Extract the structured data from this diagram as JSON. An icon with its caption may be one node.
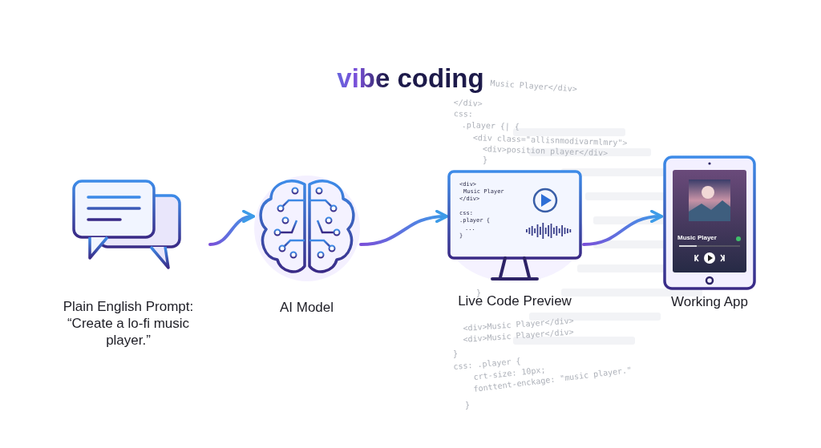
{
  "diagram": {
    "title": "vibe coding",
    "nodes": [
      {
        "text": [
          "Plain English Prompt: “Create a lo-fi music player.”"
        ]
      },
      {
        "text": [
          "AI Model"
        ]
      },
      {
        "text": [
          "Live Code Preview"
        ]
      },
      {
        "text": [
          "Working App"
        ]
      }
    ],
    "edges": [
      {
        "from": 0,
        "to": 1,
        "arrow": "to"
      },
      {
        "from": 1,
        "to": 2,
        "arrow": "to"
      },
      {
        "from": 2,
        "to": 3,
        "arrow": "to"
      }
    ],
    "labels": [
      "Music Player</div>",
      "</div>",
      "css:",
      ".player {| {",
      "<div class=\"allisnmodivarmlmry\">",
      "<div>position player</div>",
      "}",
      "}",
      "<div>",
      "Music Player",
      "</div>",
      "css:",
      ".player {",
      "...",
      "}",
      "Music Player",
      "<div>Music Player</div>",
      "<div>Music Player</div>",
      "}",
      "css: .player {",
      "crt-size: 10px;",
      "fonttent-enckage: \"music player.\"",
      "}"
    ]
  }
}
